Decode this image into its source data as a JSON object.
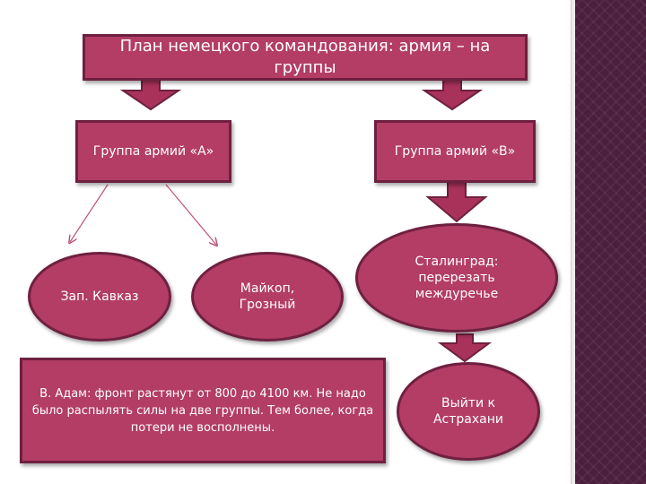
{
  "title": "План немецкого командования: армия – на группы",
  "groups": {
    "a": "Группа армий «А»",
    "b": "Группа армий «В»"
  },
  "targets": {
    "caucasus": "Зап. Кавказ",
    "maikop": "Майкоп, Грозный",
    "stalingrad": "Сталинград: перерезать междуречье",
    "astrakhan": "Выйти к Астрахани"
  },
  "note": "В. Адам: фронт растянут от 800 до 4100 км. Не надо было распылять силы на две группы. Тем более, когда потери не восполнены.",
  "colors": {
    "box_fill": "#b33d64",
    "box_border": "#6e2040",
    "arrow_fill": "#a8325a",
    "sidebar": "#4a1e3c"
  }
}
